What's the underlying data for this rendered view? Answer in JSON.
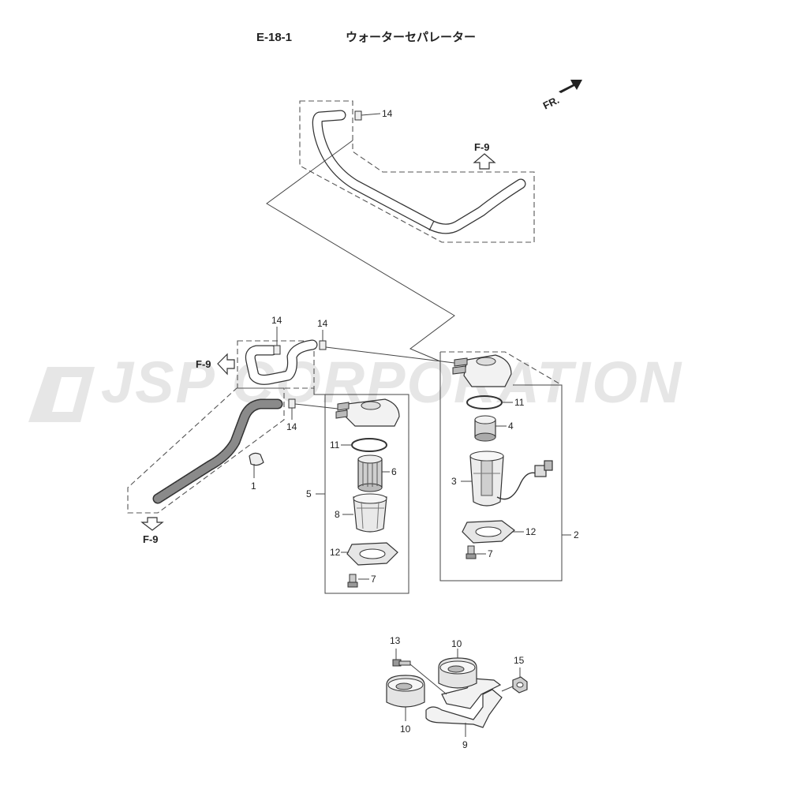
{
  "header": {
    "code": "E-18-1",
    "title": "ウォーターセパレーター"
  },
  "watermark": "JSP CORPORATION",
  "direction": {
    "front_label": "FR."
  },
  "refs": {
    "top": "F-9",
    "left": "F-9",
    "bottom": "F-9"
  },
  "callouts": {
    "c14_top": "14",
    "c14_a": "14",
    "c14_b": "14",
    "c14_c": "14",
    "c1": "1",
    "c11_a": "11",
    "c6": "6",
    "c5": "5",
    "c8": "8",
    "c12_a": "12",
    "c7_a": "7",
    "c11_b": "11",
    "c4": "4",
    "c3": "3",
    "c12_b": "12",
    "c2": "2",
    "c7_b": "7",
    "c13": "13",
    "c10_a": "10",
    "c15": "15",
    "c10_b": "10",
    "c9": "9"
  }
}
